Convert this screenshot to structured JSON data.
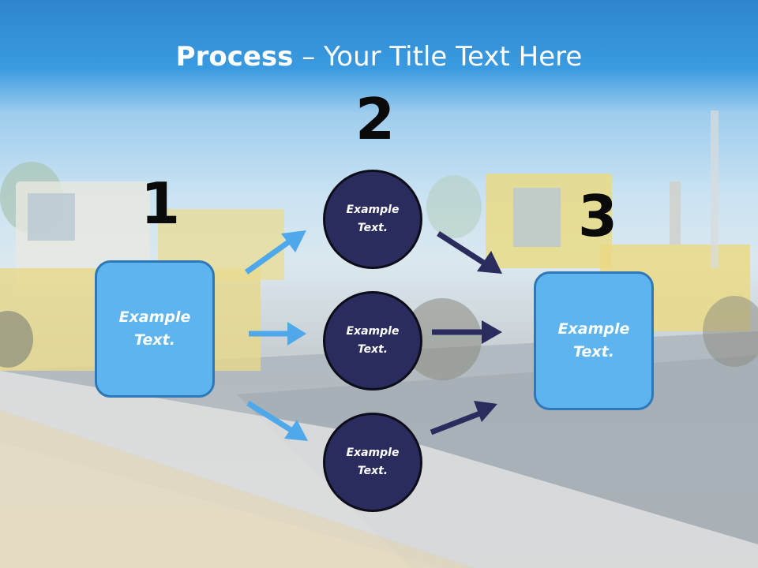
{
  "title": {
    "bold": "Process",
    "separator": " – ",
    "rest": "Your Title Text Here"
  },
  "steps": {
    "one": "1",
    "two": "2",
    "three": "3"
  },
  "left_box": {
    "text": "Example\nText."
  },
  "right_box": {
    "text": "Example\nText."
  },
  "circles": [
    {
      "text": "Example\nText."
    },
    {
      "text": "Example\nText."
    },
    {
      "text": "Example\nText."
    }
  ],
  "colors": {
    "box_fill": "#5db4ee",
    "circle_fill": "#2a2c5e",
    "arrow_light": "#4ea8ea",
    "arrow_dark": "#2a2c5e"
  }
}
